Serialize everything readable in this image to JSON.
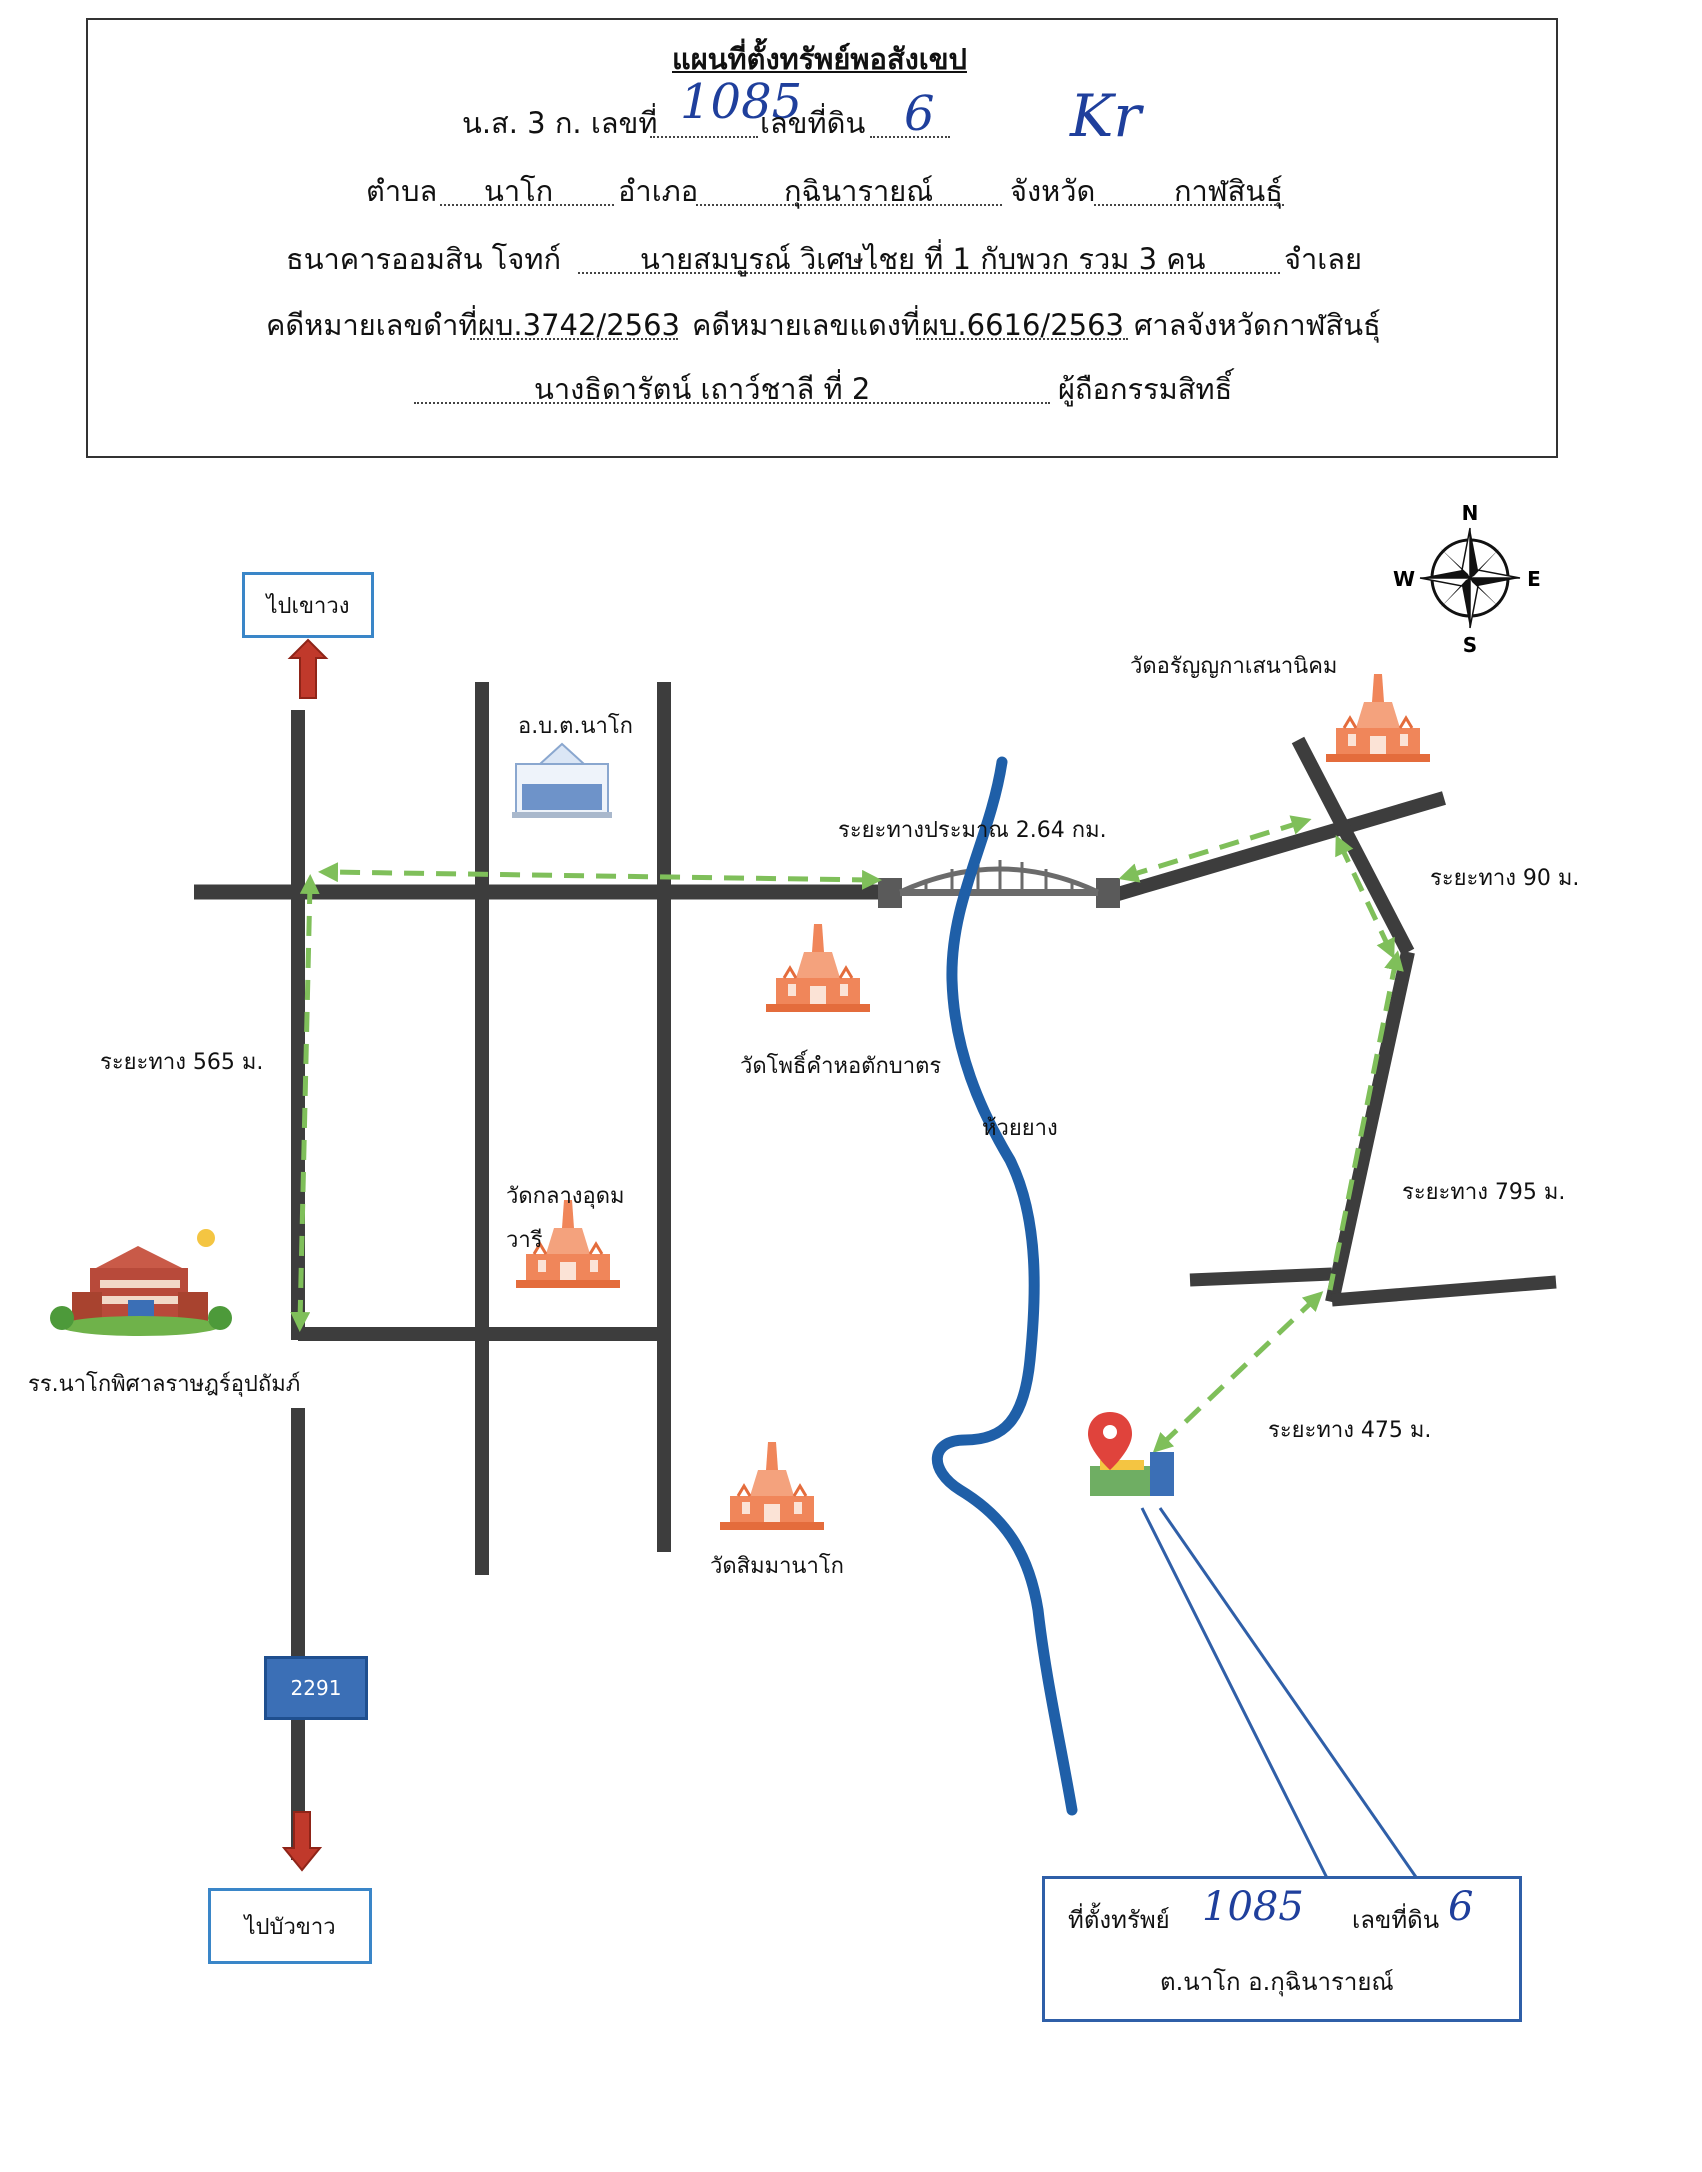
{
  "header": {
    "title": "แผนที่ตั้งทรัพย์พอสังเขป",
    "deed_prefix": "น.ส. 3 ก. เลขที่",
    "deed_number": "1085",
    "land_no_label": "เลขที่ดิน",
    "land_no": "6",
    "signature": "Kr",
    "subdistrict_label": "ตำบล",
    "subdistrict": "นาโก",
    "district_label": "อำเภอ",
    "district": "กุฉินารายณ์",
    "province_label": "จังหวัด",
    "province": "กาฬสินธุ์",
    "plaintiff_label": "ธนาคารออมสิน  โจทก์",
    "defendant": "นายสมบูรณ์  วิเศษไชย  ที่ 1 กับพวก รวม 3 คน",
    "defendant_suffix": "จำเลย",
    "black_case_label": "คดีหมายเลขดำที่",
    "black_case": "ผบ.3742/2563",
    "red_case_label": "คดีหมายเลขแดงที่",
    "red_case": "ผบ.6616/2563",
    "court": "ศาลจังหวัดกาฬสินธุ์",
    "owner": "นางธิดารัตน์ เถาว์ชาลี   ที่ 2",
    "owner_suffix": "ผู้ถือกรรมสิทธิ์"
  },
  "compass": {
    "n": "N",
    "s": "S",
    "e": "E",
    "w": "W",
    "icon": "compass-rose-icon"
  },
  "map": {
    "to_north": "ไปเขาวง",
    "to_south": "ไปบัวขาว",
    "route_number": "2291",
    "sao": "อ.บ.ต.นาโก",
    "school": "รร.นาโกพิศาลราษฎร์อุปถัมภ์",
    "temple_pho": "วัดโพธิ์คำหอตักบาตร",
    "temple_klang_1": "วัดกลางอุดม",
    "temple_klang_2": "วารี",
    "temple_sima": "วัดสิมมานาโก",
    "temple_aranya": "วัดอรัญญกาเสนานิคม",
    "stream": "ห้วยยาง",
    "dist_bridge": "ระยะทางประมาณ 2.64 กม.",
    "dist_565": "ระยะทาง 565 ม.",
    "dist_90": "ระยะทาง 90 ม.",
    "dist_795": "ระยะทาง 795 ม.",
    "dist_475": "ระยะทาง 475 ม."
  },
  "location_box": {
    "label": "ที่ตั้งทรัพย์",
    "number": "1085",
    "land_label": "เลขที่ดิน",
    "land_no": "6",
    "address": "ต.นาโก  อ.กุฉินารายณ์"
  },
  "colors": {
    "road": "#3d3d3d",
    "route_dash": "#7fbf5a",
    "river": "#1f5fa8",
    "arrow_red": "#c0392b",
    "temple": "#f0865a",
    "box_blue": "#3a86c8"
  }
}
